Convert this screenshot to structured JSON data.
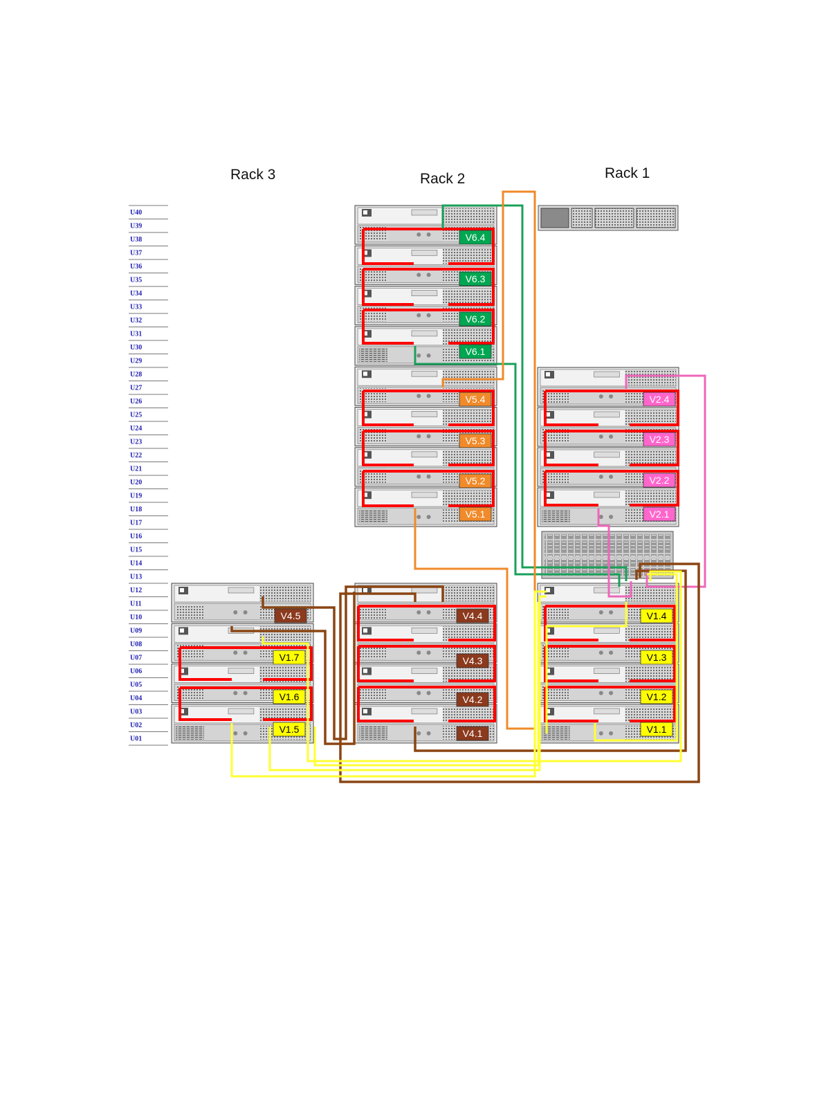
{
  "racks": [
    {
      "id": "rack3",
      "title": "Rack 3"
    },
    {
      "id": "rack2",
      "title": "Rack 2"
    },
    {
      "id": "rack1",
      "title": "Rack 1"
    }
  ],
  "units": [
    "U40",
    "U39",
    "U38",
    "U37",
    "U36",
    "U35",
    "U34",
    "U33",
    "U32",
    "U31",
    "U30",
    "U29",
    "U28",
    "U27",
    "U26",
    "U25",
    "U24",
    "U23",
    "U22",
    "U21",
    "U20",
    "U19",
    "U18",
    "U17",
    "U16",
    "U15",
    "U14",
    "U13",
    "U12",
    "U11",
    "U10",
    "U09",
    "U08",
    "U07",
    "U06",
    "U05",
    "U04",
    "U03",
    "U02",
    "U01"
  ],
  "colors": {
    "V1": "#ffff00",
    "V2": "#ff66cc",
    "V4": "#8b3a1e",
    "V5": "#f08a2a",
    "V6": "#00a651",
    "enclosure_outline": "#ff0000",
    "cable_v4": "#8b4513",
    "cable_v5": "#f08a2a",
    "cable_v6": "#1aa05a",
    "cable_v2": "#ee66bb",
    "cable_v1": "#ffff33"
  },
  "volume_labels": [
    {
      "id": "V6.4",
      "group": "V6",
      "text": "V6.4"
    },
    {
      "id": "V6.3",
      "group": "V6",
      "text": "V6.3"
    },
    {
      "id": "V6.2",
      "group": "V6",
      "text": "V6.2"
    },
    {
      "id": "V6.1",
      "group": "V6",
      "text": "V6.1"
    },
    {
      "id": "V5.4",
      "group": "V5",
      "text": "V5.4"
    },
    {
      "id": "V5.3",
      "group": "V5",
      "text": "V5.3"
    },
    {
      "id": "V5.2",
      "group": "V5",
      "text": "V5.2"
    },
    {
      "id": "V5.1",
      "group": "V5",
      "text": "V5.1"
    },
    {
      "id": "V4.4",
      "group": "V4",
      "text": "V4.4"
    },
    {
      "id": "V4.3",
      "group": "V4",
      "text": "V4.3"
    },
    {
      "id": "V4.2",
      "group": "V4",
      "text": "V4.2"
    },
    {
      "id": "V4.1",
      "group": "V4",
      "text": "V4.1"
    },
    {
      "id": "V4.5",
      "group": "V4",
      "text": "V4.5"
    },
    {
      "id": "V1.7",
      "group": "V1",
      "text": "V1.7"
    },
    {
      "id": "V1.6",
      "group": "V1",
      "text": "V1.6"
    },
    {
      "id": "V1.5",
      "group": "V1",
      "text": "V1.5"
    },
    {
      "id": "V2.4",
      "group": "V2",
      "text": "V2.4"
    },
    {
      "id": "V2.3",
      "group": "V2",
      "text": "V2.3"
    },
    {
      "id": "V2.2",
      "group": "V2",
      "text": "V2.2"
    },
    {
      "id": "V2.1",
      "group": "V2",
      "text": "V2.1"
    },
    {
      "id": "V1.4",
      "group": "V1",
      "text": "V1.4"
    },
    {
      "id": "V1.3",
      "group": "V1",
      "text": "V1.3"
    },
    {
      "id": "V1.2",
      "group": "V1",
      "text": "V1.2"
    },
    {
      "id": "V1.1",
      "group": "V1",
      "text": "V1.1"
    }
  ]
}
